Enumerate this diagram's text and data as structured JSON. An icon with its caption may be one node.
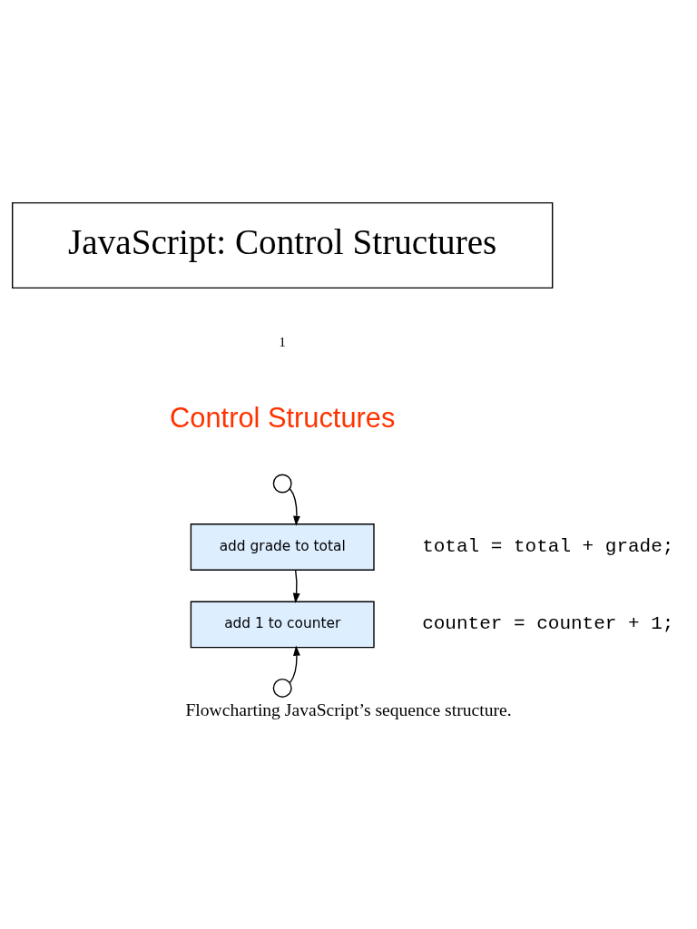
{
  "diagram": {
    "title": "JavaScript: Control Structures",
    "caption": "Flowcharting JavaScript’s sequence structure.",
    "nodes": [
      {
        "text": [],
        "shape": "circle"
      },
      {
        "text": [
          "add grade to total"
        ],
        "beside": [
          "total = total + grade;"
        ]
      },
      {
        "text": [
          "add 1 to counter"
        ],
        "beside": [
          "counter = counter + 1;"
        ]
      },
      {
        "text": [],
        "shape": "circle"
      }
    ],
    "edges": [
      {
        "from": 0,
        "to": 1,
        "arrow": "to"
      },
      {
        "from": 1,
        "to": 2,
        "arrow": "to"
      },
      {
        "from": 3,
        "to": 2,
        "arrow": "to"
      }
    ],
    "labels": [
      "1",
      "Control Structures"
    ]
  }
}
